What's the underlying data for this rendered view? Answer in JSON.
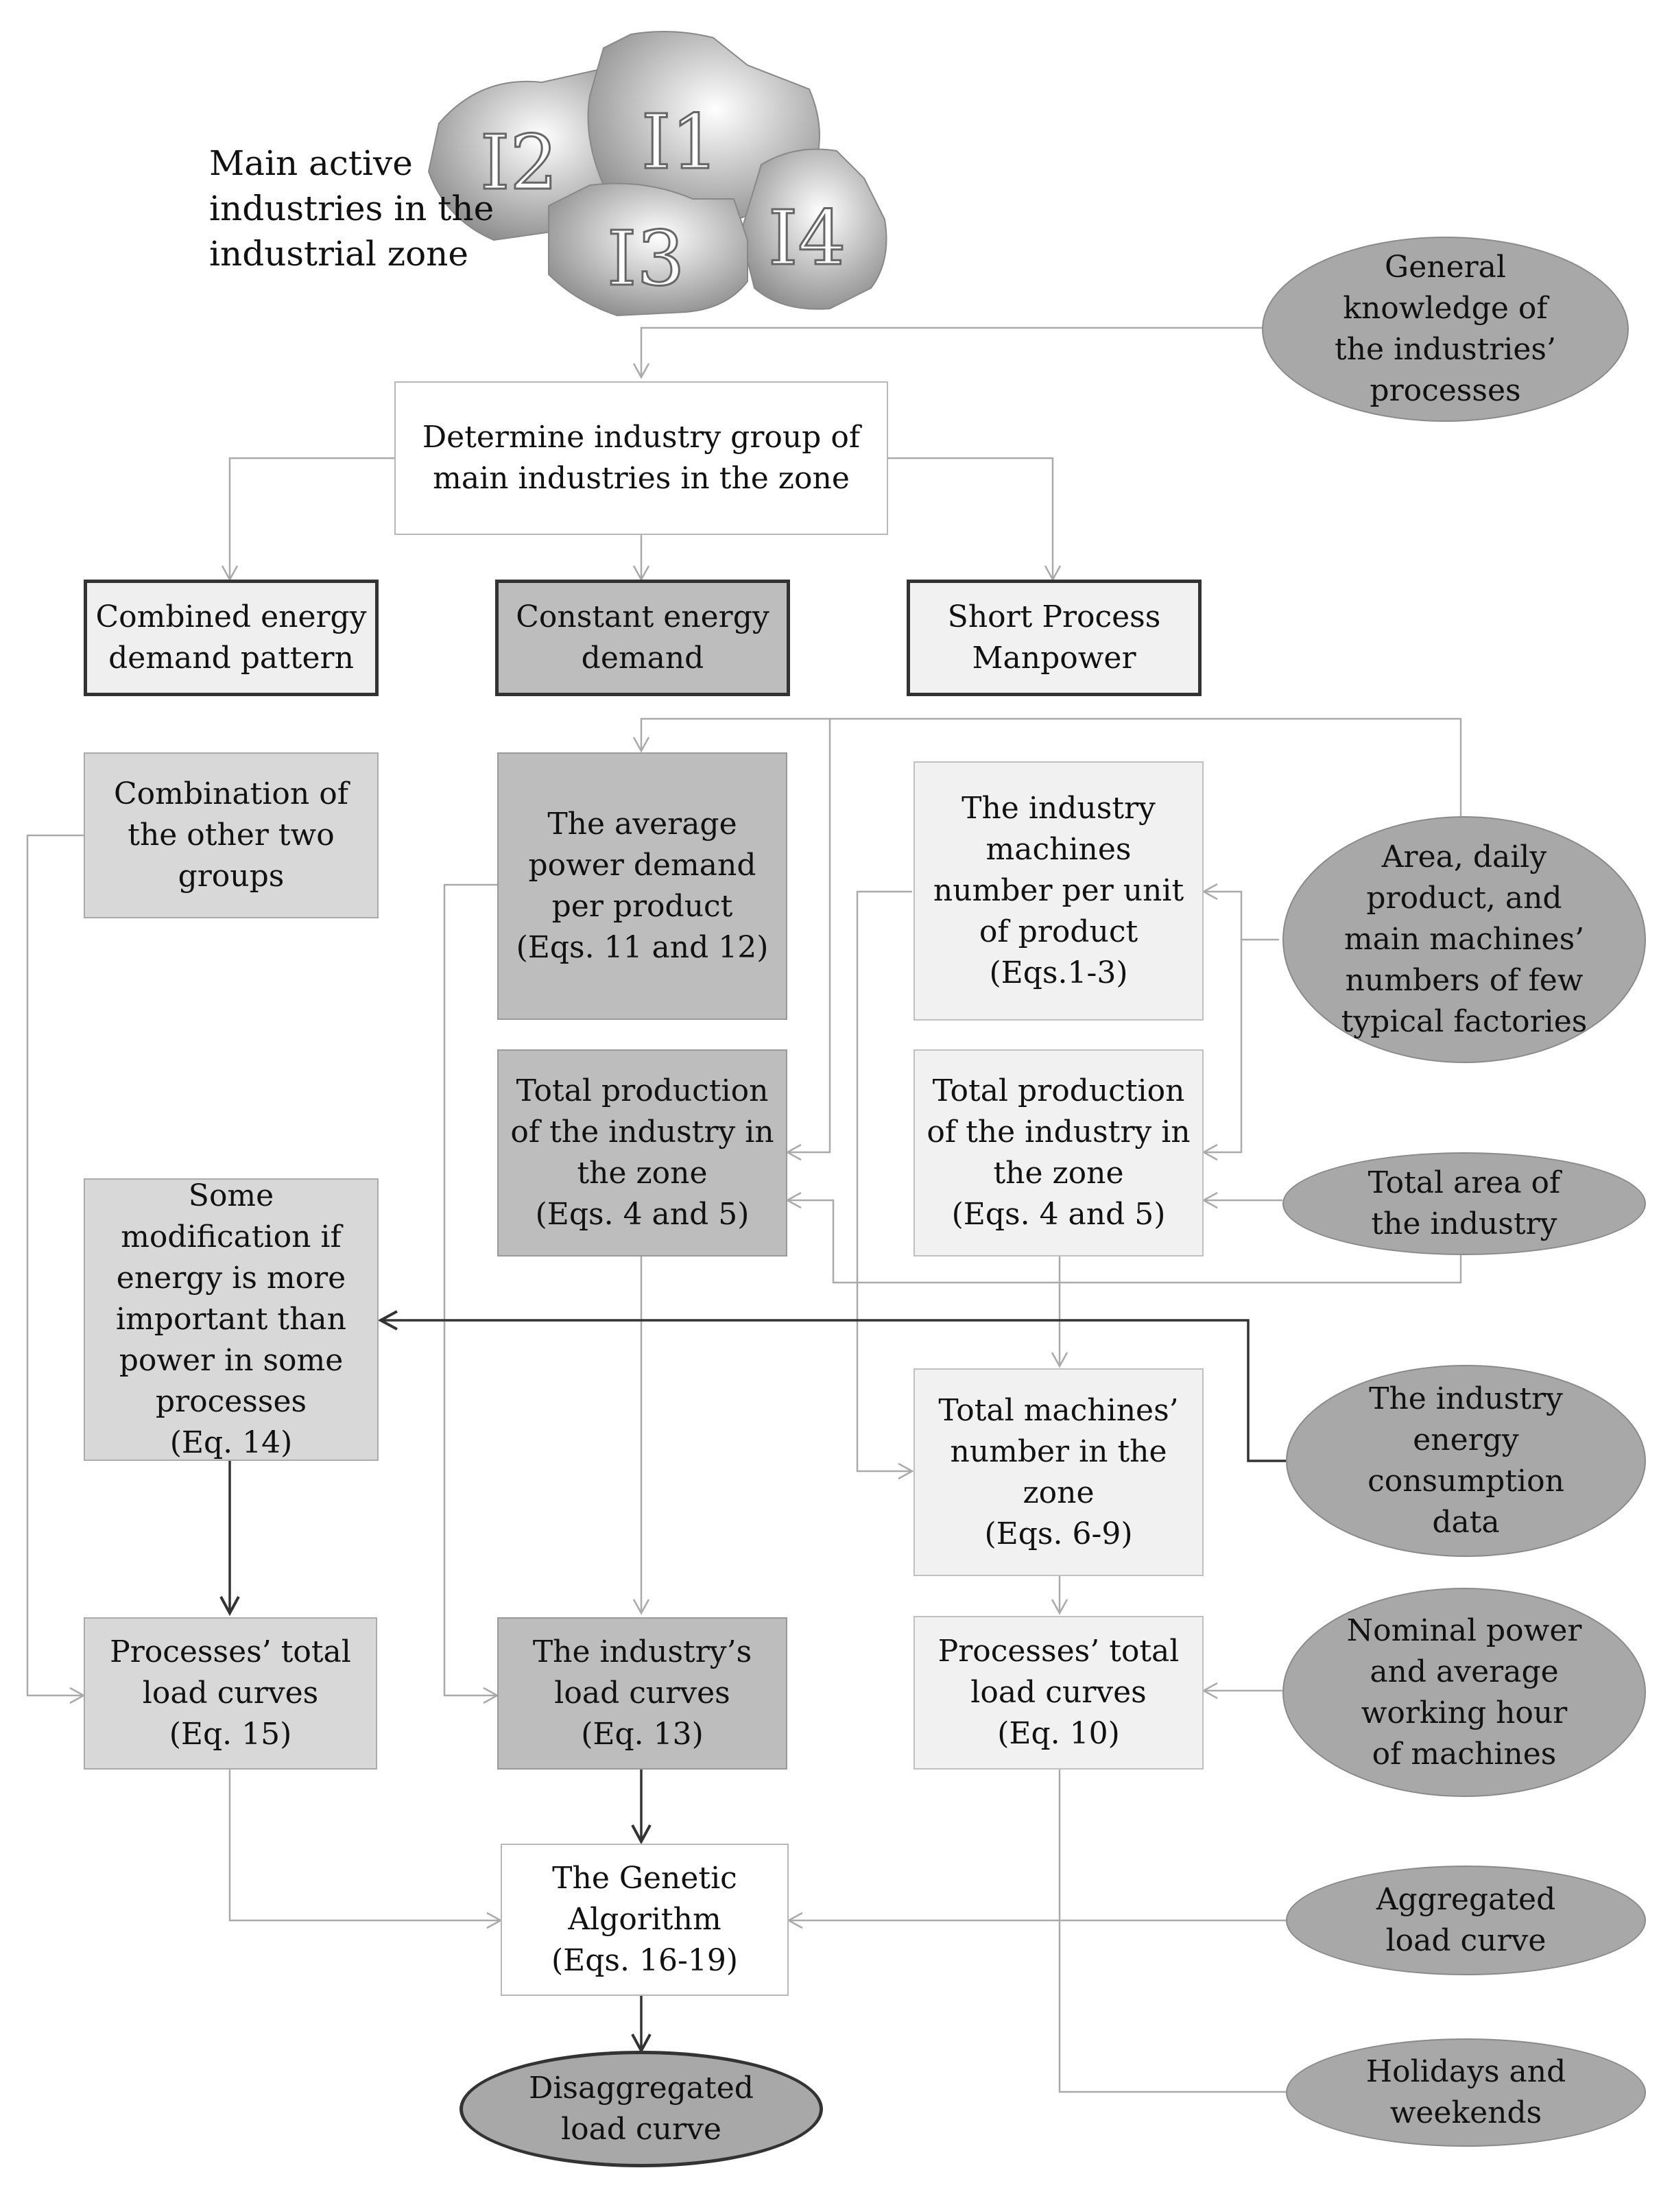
{
  "caption": "Main active\nindustries in the\nindustrial zone",
  "industries": [
    "I2",
    "I1",
    "I3",
    "I4"
  ],
  "boxes": {
    "determine": "Determine industry group of\nmain industries in the  zone",
    "combined": "Combined energy\ndemand pattern",
    "constant": "Constant energy\ndemand",
    "short": "Short Process\nManpower",
    "combination": "Combination of\nthe other two\ngroups",
    "avg_power": "The average\npower demand\nper product\n(Eqs. 11 and 12)",
    "machines_per_unit": "The industry\nmachines\nnumber per unit\nof product\n(Eqs.1-3)",
    "total_prod_mid": "Total production\nof the industry in\nthe zone\n(Eqs. 4 and 5)",
    "total_prod_right": "Total production\nof the industry in\nthe zone\n(Eqs. 4 and 5)",
    "modification": "Some\nmodification if\nenergy is more\nimportant than\npower in some\nprocesses\n(Eq. 14)",
    "total_machines": "Total machines’\nnumber in the\nzone\n(Eqs. 6-9)",
    "proc_left": "Processes’ total\nload curves\n(Eq. 15)",
    "industry_load": "The industry’s\nload curves\n(Eq. 13)",
    "proc_right": "Processes’ total\nload curves\n(Eq. 10)",
    "genetic": "The Genetic\nAlgorithm\n(Eqs. 16-19)"
  },
  "ovals": {
    "general": "General\nknowledge of\nthe industries’\nprocesses",
    "area": "Area, daily\nproduct, and\nmain machines’\nnumbers of few\ntypical factories",
    "total_area": "Total area of\nthe industry",
    "energy_data": "The industry\nenergy\nconsumption\ndata",
    "nominal": "Nominal power\nand average\nworking hour\nof machines",
    "aggregated": "Aggregated\nload curve",
    "holidays": "Holidays and\nweekends",
    "output": "Disaggregated\nload curve"
  },
  "colors": {
    "light_gray": "#efefef",
    "mid_gray": "#d8d8d8",
    "dark_gray": "#bdbdbd",
    "oval_gray": "#a8a8a8"
  }
}
